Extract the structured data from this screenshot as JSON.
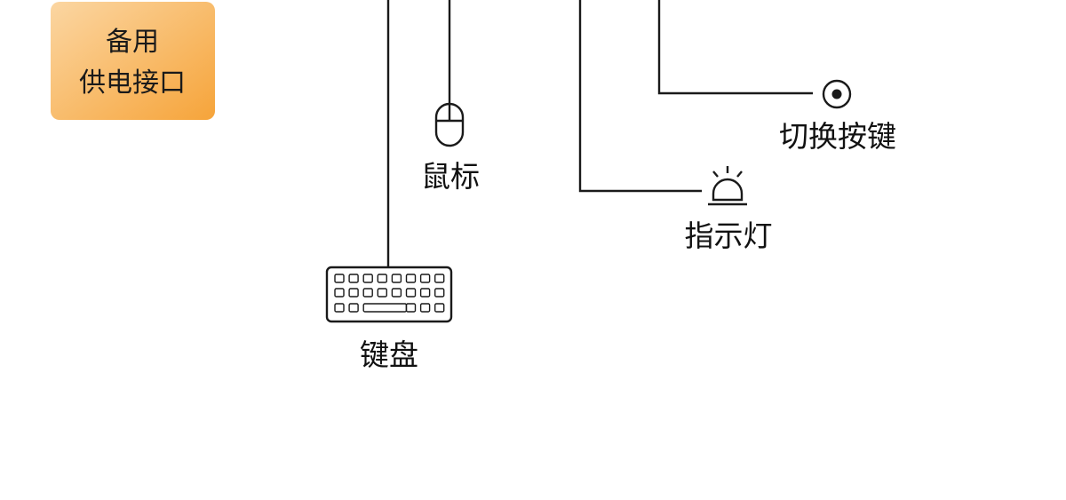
{
  "power_box": {
    "line1": "备用",
    "line2": "供电接口",
    "fill_start": "#fbd29a",
    "fill_end": "#f7a63a"
  },
  "devices": {
    "mouse": {
      "label": "鼠标",
      "icon": "mouse-icon"
    },
    "keyboard": {
      "label": "键盘",
      "icon": "keyboard-icon"
    },
    "indicator": {
      "label": "指示灯",
      "icon": "alarm-light-icon"
    },
    "switch_button": {
      "label": "切换按键",
      "icon": "radio-button-icon"
    }
  },
  "colors": {
    "line": "#1a1a1a",
    "text": "#111111",
    "background": "#ffffff"
  }
}
